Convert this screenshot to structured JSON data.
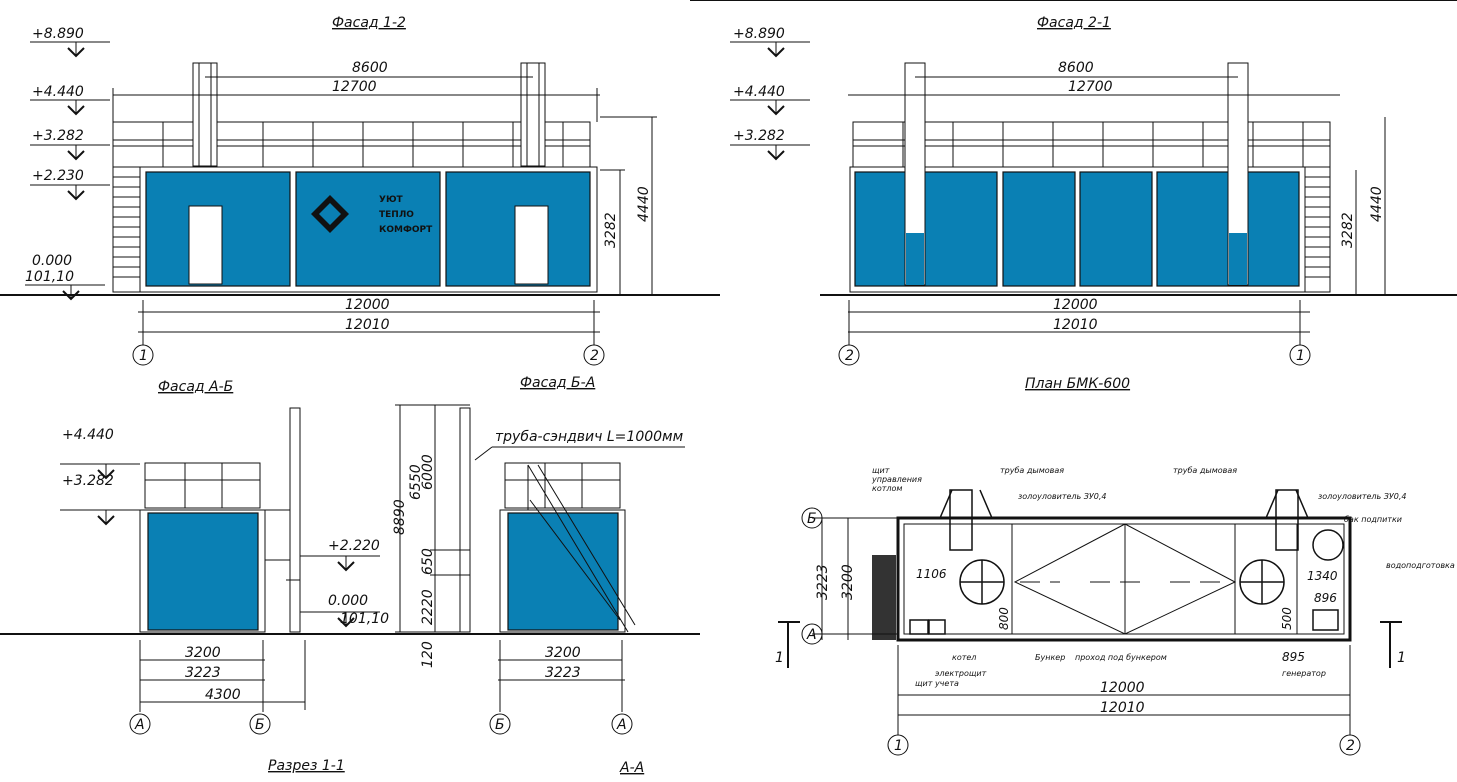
{
  "titles": {
    "facade_1_2": "Фасад 1-2",
    "facade_2_1": "Фасад 2-1",
    "facade_a_b": "Фасад А-Б",
    "facade_b_a": "Фасад Б-А",
    "plan": "План БМК-600",
    "section_1_1": "Разрез 1-1",
    "section_a_a": "А-А"
  },
  "levels": {
    "l8890": "+8.890",
    "l4440": "+4.440",
    "l3282": "+3.282",
    "l2230": "+2.230",
    "l2220": "+2.220",
    "l0": "0.000",
    "abs": "101,10"
  },
  "dims": {
    "d8600": "8600",
    "d12700": "12700",
    "d12000": "12000",
    "d12010": "12010",
    "d3282": "3282",
    "d4440": "4440",
    "d3200": "3200",
    "d3223": "3223",
    "d4300": "4300",
    "d8890": "8890",
    "d6550": "6550",
    "d6000": "6000",
    "d650": "650",
    "d2220": "2220",
    "d120": "120",
    "d1106": "1106",
    "d1340": "1340",
    "d896": "896",
    "d500": "500",
    "d800": "800",
    "d895": "895"
  },
  "axes": {
    "a1": "1",
    "a2": "2",
    "aA": "А",
    "aB": "Б",
    "sec": "1"
  },
  "logo_text": [
    "УЮТ",
    "ТЕПЛО",
    "КОМФОРТ"
  ],
  "notes": {
    "pipe": "труба-сэндвич L=1000мм"
  },
  "plan_labels": {
    "control1": "щит",
    "control2": "управления",
    "control3": "котлом",
    "chimney": "труба дымовая",
    "ash": "золоуловитель ЗУ0,4",
    "tank": "бак подпитки",
    "water": "водоподготовка",
    "boiler": "котел",
    "elec": "электрощит",
    "meter": "щит учета",
    "bunker": "Бункер",
    "passage": "проход под бункером",
    "generator": "генератор"
  },
  "colors": {
    "panel": "#0a80b4"
  }
}
